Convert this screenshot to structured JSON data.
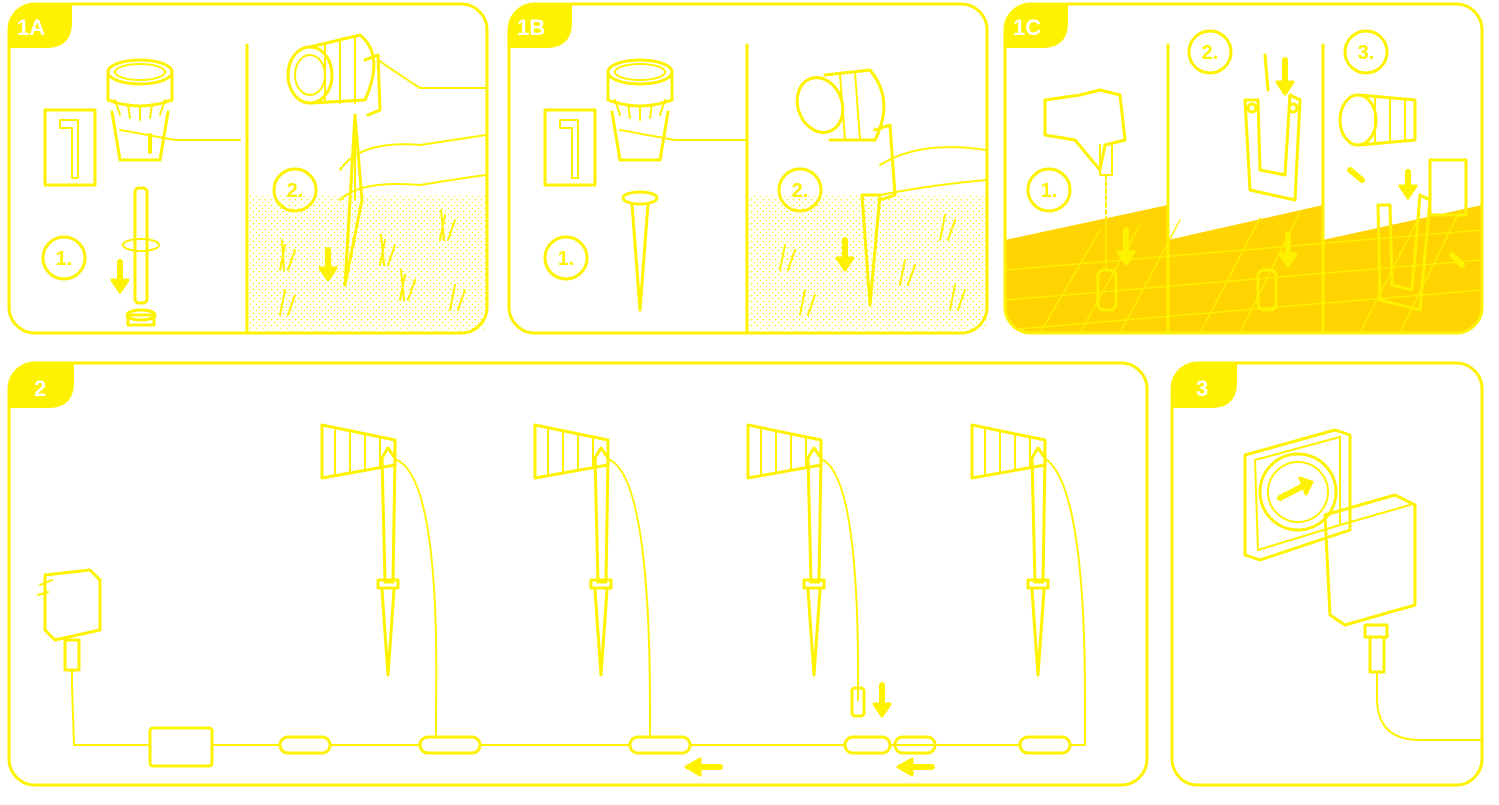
{
  "colors": {
    "accent": "#fff200",
    "fill_yellow": "#ffd400",
    "background": "#ffffff"
  },
  "panels": {
    "p1a": {
      "label": "1A",
      "steps": [
        "1.",
        "2."
      ]
    },
    "p1b": {
      "label": "1B",
      "steps": [
        "1.",
        "2."
      ]
    },
    "p1c": {
      "label": "1C",
      "steps": [
        "1.",
        "2.",
        "3."
      ]
    },
    "p2": {
      "label": "2"
    },
    "p3": {
      "label": "3"
    }
  }
}
